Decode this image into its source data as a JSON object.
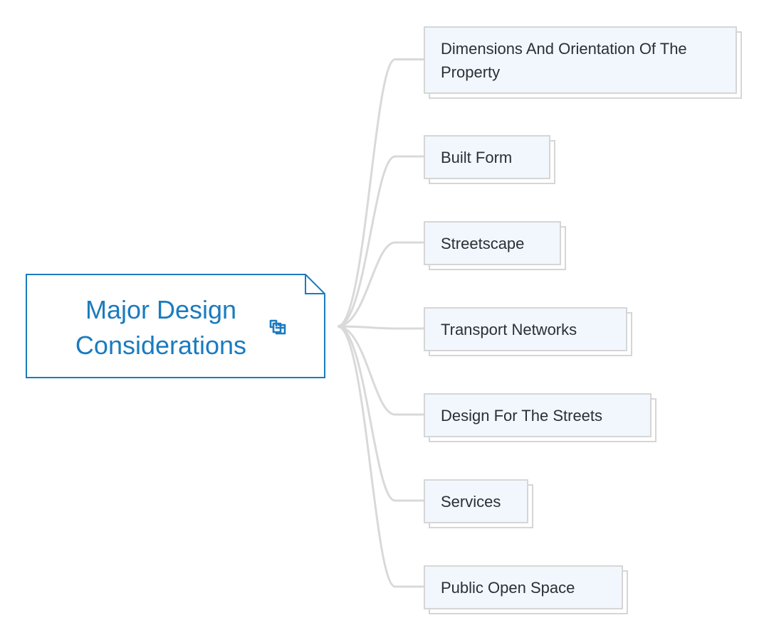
{
  "diagram": {
    "type": "mind-map",
    "central_topic": {
      "lines": [
        "Major Design",
        "Considerations"
      ],
      "has_link_icon": true
    },
    "subtopics": [
      {
        "label": "Dimensions And Orientation Of The Property"
      },
      {
        "label": "Built Form"
      },
      {
        "label": "Streetscape"
      },
      {
        "label": "Transport Networks"
      },
      {
        "label": "Design For The Streets"
      },
      {
        "label": "Services"
      },
      {
        "label": "Public Open Space"
      }
    ],
    "colors": {
      "central_border": "#1a7bbf",
      "central_text": "#1a7bbf",
      "connector": "#d9d9d9",
      "topic_fill": "#f1f7fd",
      "topic_border": "#d6d6d6",
      "topic_text": "#2b2f36"
    },
    "icons": {
      "link": "link-icon"
    }
  }
}
